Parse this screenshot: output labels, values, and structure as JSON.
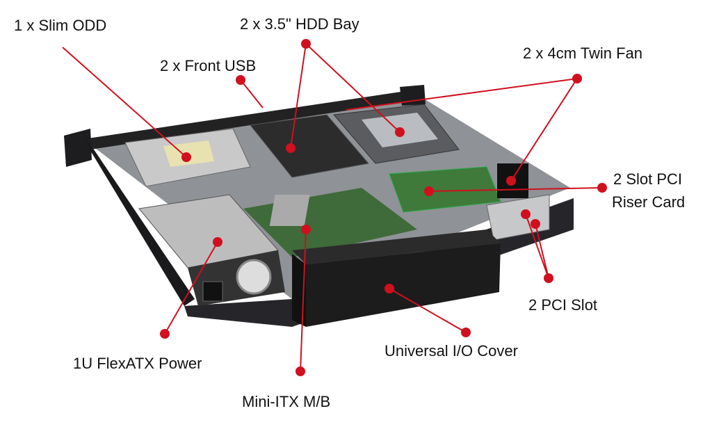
{
  "labels": {
    "slim_odd": "1 x Slim ODD",
    "hdd_bay": "2 x 3.5\" HDD  Bay",
    "front_usb": "2 x Front USB",
    "twin_fan": "2 x 4cm Twin Fan",
    "riser_line1": "2 Slot PCI",
    "riser_line2": "Riser Card",
    "pci_slot": "2 PCI Slot",
    "io_cover": "Universal I/O Cover",
    "power": "1U FlexATX Power",
    "mini_itx": "Mini-ITX M/B"
  },
  "colors": {
    "callout": "#d0101e",
    "chassis": "#2a2a2e",
    "tray": "#9a9ca0"
  }
}
